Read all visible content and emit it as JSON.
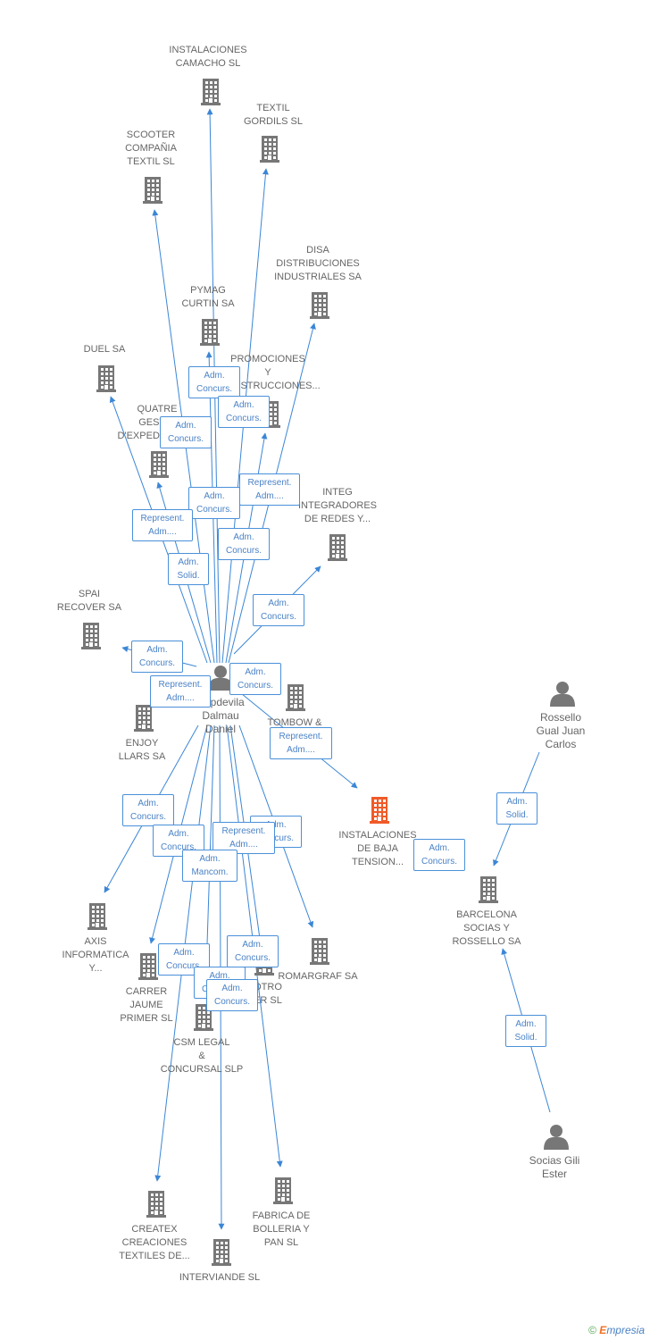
{
  "colors": {
    "edge": "#3b86d6",
    "building": "#777777",
    "focus": "#f05a28",
    "person": "#777777",
    "label_text": "#666666"
  },
  "nodes": [
    {
      "id": "n_camacho",
      "type": "company",
      "label": "INSTALACIONES\nCAMACHO SL"
    },
    {
      "id": "n_gordils",
      "type": "company",
      "label": "TEXTIL\nGORDILS SL"
    },
    {
      "id": "n_scooter",
      "type": "company",
      "label": "SCOOTER\nCOMPAÑIA\nTEXTIL SL"
    },
    {
      "id": "n_disa",
      "type": "company",
      "label": "DISA\nDISTRIBUCIONES\nINDUSTRIALES SA"
    },
    {
      "id": "n_pymag",
      "type": "company",
      "label": "PYMAG\nCURTIN SA"
    },
    {
      "id": "n_duel",
      "type": "company",
      "label": "DUEL SA"
    },
    {
      "id": "n_promo",
      "type": "company",
      "label": "PROMOCIONES\nY\nCONSTRUCCIONES..."
    },
    {
      "id": "n_quatre",
      "type": "company",
      "label": "QUATRE\nGESTIO\nD'EXPEDIENTS..."
    },
    {
      "id": "n_integ",
      "type": "company",
      "label": "INTEG\nINTEGRADORES\nDE REDES Y..."
    },
    {
      "id": "n_spai",
      "type": "company",
      "label": "SPAI\nRECOVER SA"
    },
    {
      "id": "n_tombow",
      "type": "company",
      "label": "TOMBOW &\nE..."
    },
    {
      "id": "n_enjoy",
      "type": "company",
      "label": "ENJOY\nLLARS SA"
    },
    {
      "id": "n_daniel",
      "type": "person",
      "label": "Capdevila\nDalmau\nDaniel"
    },
    {
      "id": "n_focus",
      "type": "focus",
      "label": "INSTALACIONES\nDE BAJA\nTENSION..."
    },
    {
      "id": "n_rossello",
      "type": "person",
      "label": "Rossello\nGual Juan\nCarlos"
    },
    {
      "id": "n_barcelona",
      "type": "company",
      "label": "BARCELONA\nSOCIAS Y\nROSSELLO SA"
    },
    {
      "id": "n_axis",
      "type": "company",
      "label": "AXIS\nINFORMATICA\nY..."
    },
    {
      "id": "n_carrer",
      "type": "company",
      "label": "CARRER\nJAUME\nPRIMER SL"
    },
    {
      "id": "n_romargraf",
      "type": "company",
      "label": "ROMARGRAF SA"
    },
    {
      "id": "n_otro",
      "type": "company",
      "label": "OTRO\nER SL"
    },
    {
      "id": "n_csm",
      "type": "company",
      "label": "CSM LEGAL\n&\nCONCURSAL SLP"
    },
    {
      "id": "n_socias",
      "type": "person",
      "label": "Socias Gili\nEster"
    },
    {
      "id": "n_fabrica",
      "type": "company",
      "label": "FABRICA DE\nBOLLERIA Y\nPAN SL"
    },
    {
      "id": "n_createx",
      "type": "company",
      "label": "CREATEX\nCREACIONES\nTEXTILES DE..."
    },
    {
      "id": "n_interviande",
      "type": "company",
      "label": "INTERVIANDE SL"
    }
  ],
  "edges": [
    {
      "from": "n_daniel",
      "to": "n_camacho"
    },
    {
      "from": "n_daniel",
      "to": "n_gordils"
    },
    {
      "from": "n_daniel",
      "to": "n_scooter"
    },
    {
      "from": "n_daniel",
      "to": "n_disa"
    },
    {
      "from": "n_daniel",
      "to": "n_pymag"
    },
    {
      "from": "n_daniel",
      "to": "n_duel"
    },
    {
      "from": "n_daniel",
      "to": "n_promo"
    },
    {
      "from": "n_daniel",
      "to": "n_quatre"
    },
    {
      "from": "n_daniel",
      "to": "n_integ"
    },
    {
      "from": "n_daniel",
      "to": "n_spai"
    },
    {
      "from": "n_daniel",
      "to": "n_focus"
    },
    {
      "from": "n_daniel",
      "to": "n_axis"
    },
    {
      "from": "n_daniel",
      "to": "n_carrer"
    },
    {
      "from": "n_daniel",
      "to": "n_romargraf"
    },
    {
      "from": "n_daniel",
      "to": "n_otro"
    },
    {
      "from": "n_daniel",
      "to": "n_csm"
    },
    {
      "from": "n_daniel",
      "to": "n_createx"
    },
    {
      "from": "n_daniel",
      "to": "n_interviande"
    },
    {
      "from": "n_daniel",
      "to": "n_fabrica"
    },
    {
      "from": "n_rossello",
      "to": "n_barcelona"
    },
    {
      "from": "n_socias",
      "to": "n_barcelona"
    }
  ],
  "edge_labels": [
    {
      "id": "el_1",
      "text": "Adm.\nConcurs."
    },
    {
      "id": "el_2",
      "text": "Adm.\nConcurs."
    },
    {
      "id": "el_3",
      "text": "Adm.\nConcurs."
    },
    {
      "id": "el_4",
      "text": "Adm.\nConcurs."
    },
    {
      "id": "el_5",
      "text": "Represent.\nAdm...."
    },
    {
      "id": "el_6",
      "text": "Represent.\nAdm...."
    },
    {
      "id": "el_7",
      "text": "Adm.\nConcurs."
    },
    {
      "id": "el_8",
      "text": "Adm.\nSolid."
    },
    {
      "id": "el_9",
      "text": "Adm.\nConcurs."
    },
    {
      "id": "el_10",
      "text": "Adm.\nConcurs."
    },
    {
      "id": "el_11",
      "text": "Adm.\nConcurs."
    },
    {
      "id": "el_12",
      "text": "Represent.\nAdm...."
    },
    {
      "id": "el_13",
      "text": "Represent.\nAdm...."
    },
    {
      "id": "el_14",
      "text": "Adm.\nConcurs."
    },
    {
      "id": "el_15",
      "text": "Adm.\nSolid."
    },
    {
      "id": "el_16",
      "text": "Adm.\nConcurs."
    },
    {
      "id": "el_17",
      "text": "Adm.\nConcurs."
    },
    {
      "id": "el_18",
      "text": "Adm.\nConcurs."
    },
    {
      "id": "el_19",
      "text": "Represent.\nAdm...."
    },
    {
      "id": "el_20",
      "text": "Adm.\nMancom."
    },
    {
      "id": "el_21",
      "text": "Adm.\nConcurs."
    },
    {
      "id": "el_22",
      "text": "Adm.\nConcurs."
    },
    {
      "id": "el_23",
      "text": "Adm.\nConcurs."
    },
    {
      "id": "el_24",
      "text": "Adm.\nConcurs."
    },
    {
      "id": "el_25",
      "text": "Adm.\nSolid."
    }
  ],
  "brand": {
    "copyright": "©",
    "e": "E",
    "rest": "mpresia"
  }
}
